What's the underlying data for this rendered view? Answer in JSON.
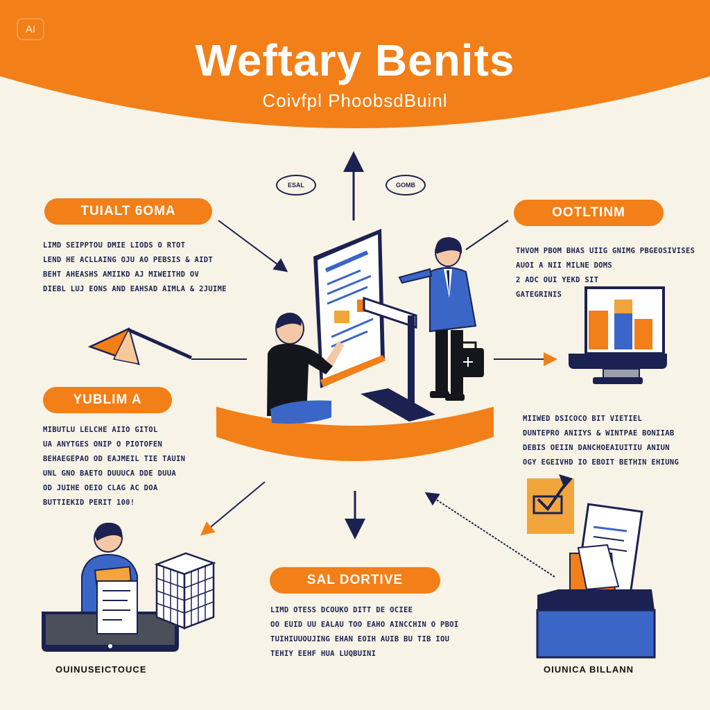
{
  "badge": "AI",
  "header": {
    "title": "Weftary Benits",
    "subtitle": "Coivfpl PhoobsdBuinl"
  },
  "bubbles": [
    "ESAL",
    "GOMB"
  ],
  "sections": {
    "top_left": {
      "label": "TUIALT 6OMA",
      "lines": [
        "LIMD SEIPPTOU DMIE LIODS O RTOT",
        "LEND HE ACLLAING OJU AO PEBSIS & AIDT",
        "BEHT AHEASHS AMIIKD AJ MIWEITHD OV",
        "DIEBL LUJ EONS AND EAHSAD AIMLA & 2JUIME"
      ]
    },
    "top_right": {
      "label": "OOTLTINM",
      "lines": [
        "THVOM PBOM BHAS UIIG GNIMG PBGEOSIVISES",
        "AUOI A NII MILNE DOMS",
        "2 ADC OUI YEKD SIT",
        "GATEGRINIS"
      ]
    },
    "mid_left": {
      "label": "YUBLIM A",
      "lines": [
        "MIBUTLU LELCHE AIIO GITOL",
        "UA ANYTGES ONIP O PIOTOFEN",
        "BEHAEGEPAO OD EAJMEIL TIE TAUIN",
        "UNL GNO BAETO DUUUCA DDE DUUA",
        "OD JUIHE OEIO CLAG AC DOA",
        "BUTTIEKID PERIT 100!"
      ]
    },
    "mid_right": {
      "lines": [
        "MIIWED DSICOCO BIT VIETIEL",
        "DUNTEPRO ANIIYS & WINTPAE BONIIAB",
        "DEBIS OEIIN DANCHOEAIUITIU ANIUN",
        "OGY EGEIVHD IO EBOIT BETHIN EHIUNG"
      ]
    },
    "bottom_center": {
      "label": "SAL DORTIVE",
      "lines": [
        "LIMD OTESS DCOUKO DITT DE OCIEE",
        "OO EUID UU EALAU TOO EAHO AINCCHIN O PBOI",
        "TUIHIUUOUJING EHAN EOIH AUIB BU TIB IOU",
        "TEHIY EEHF HUA LUQBUINI"
      ]
    }
  },
  "captions": {
    "bottom_left": "OUINUSEICTOUCE",
    "bottom_right": "OIUNICA BILLANN"
  },
  "colors": {
    "orange": "#f27f17",
    "navy": "#1b2150",
    "blue": "#3a66c8",
    "cream": "#f7f3e6"
  }
}
